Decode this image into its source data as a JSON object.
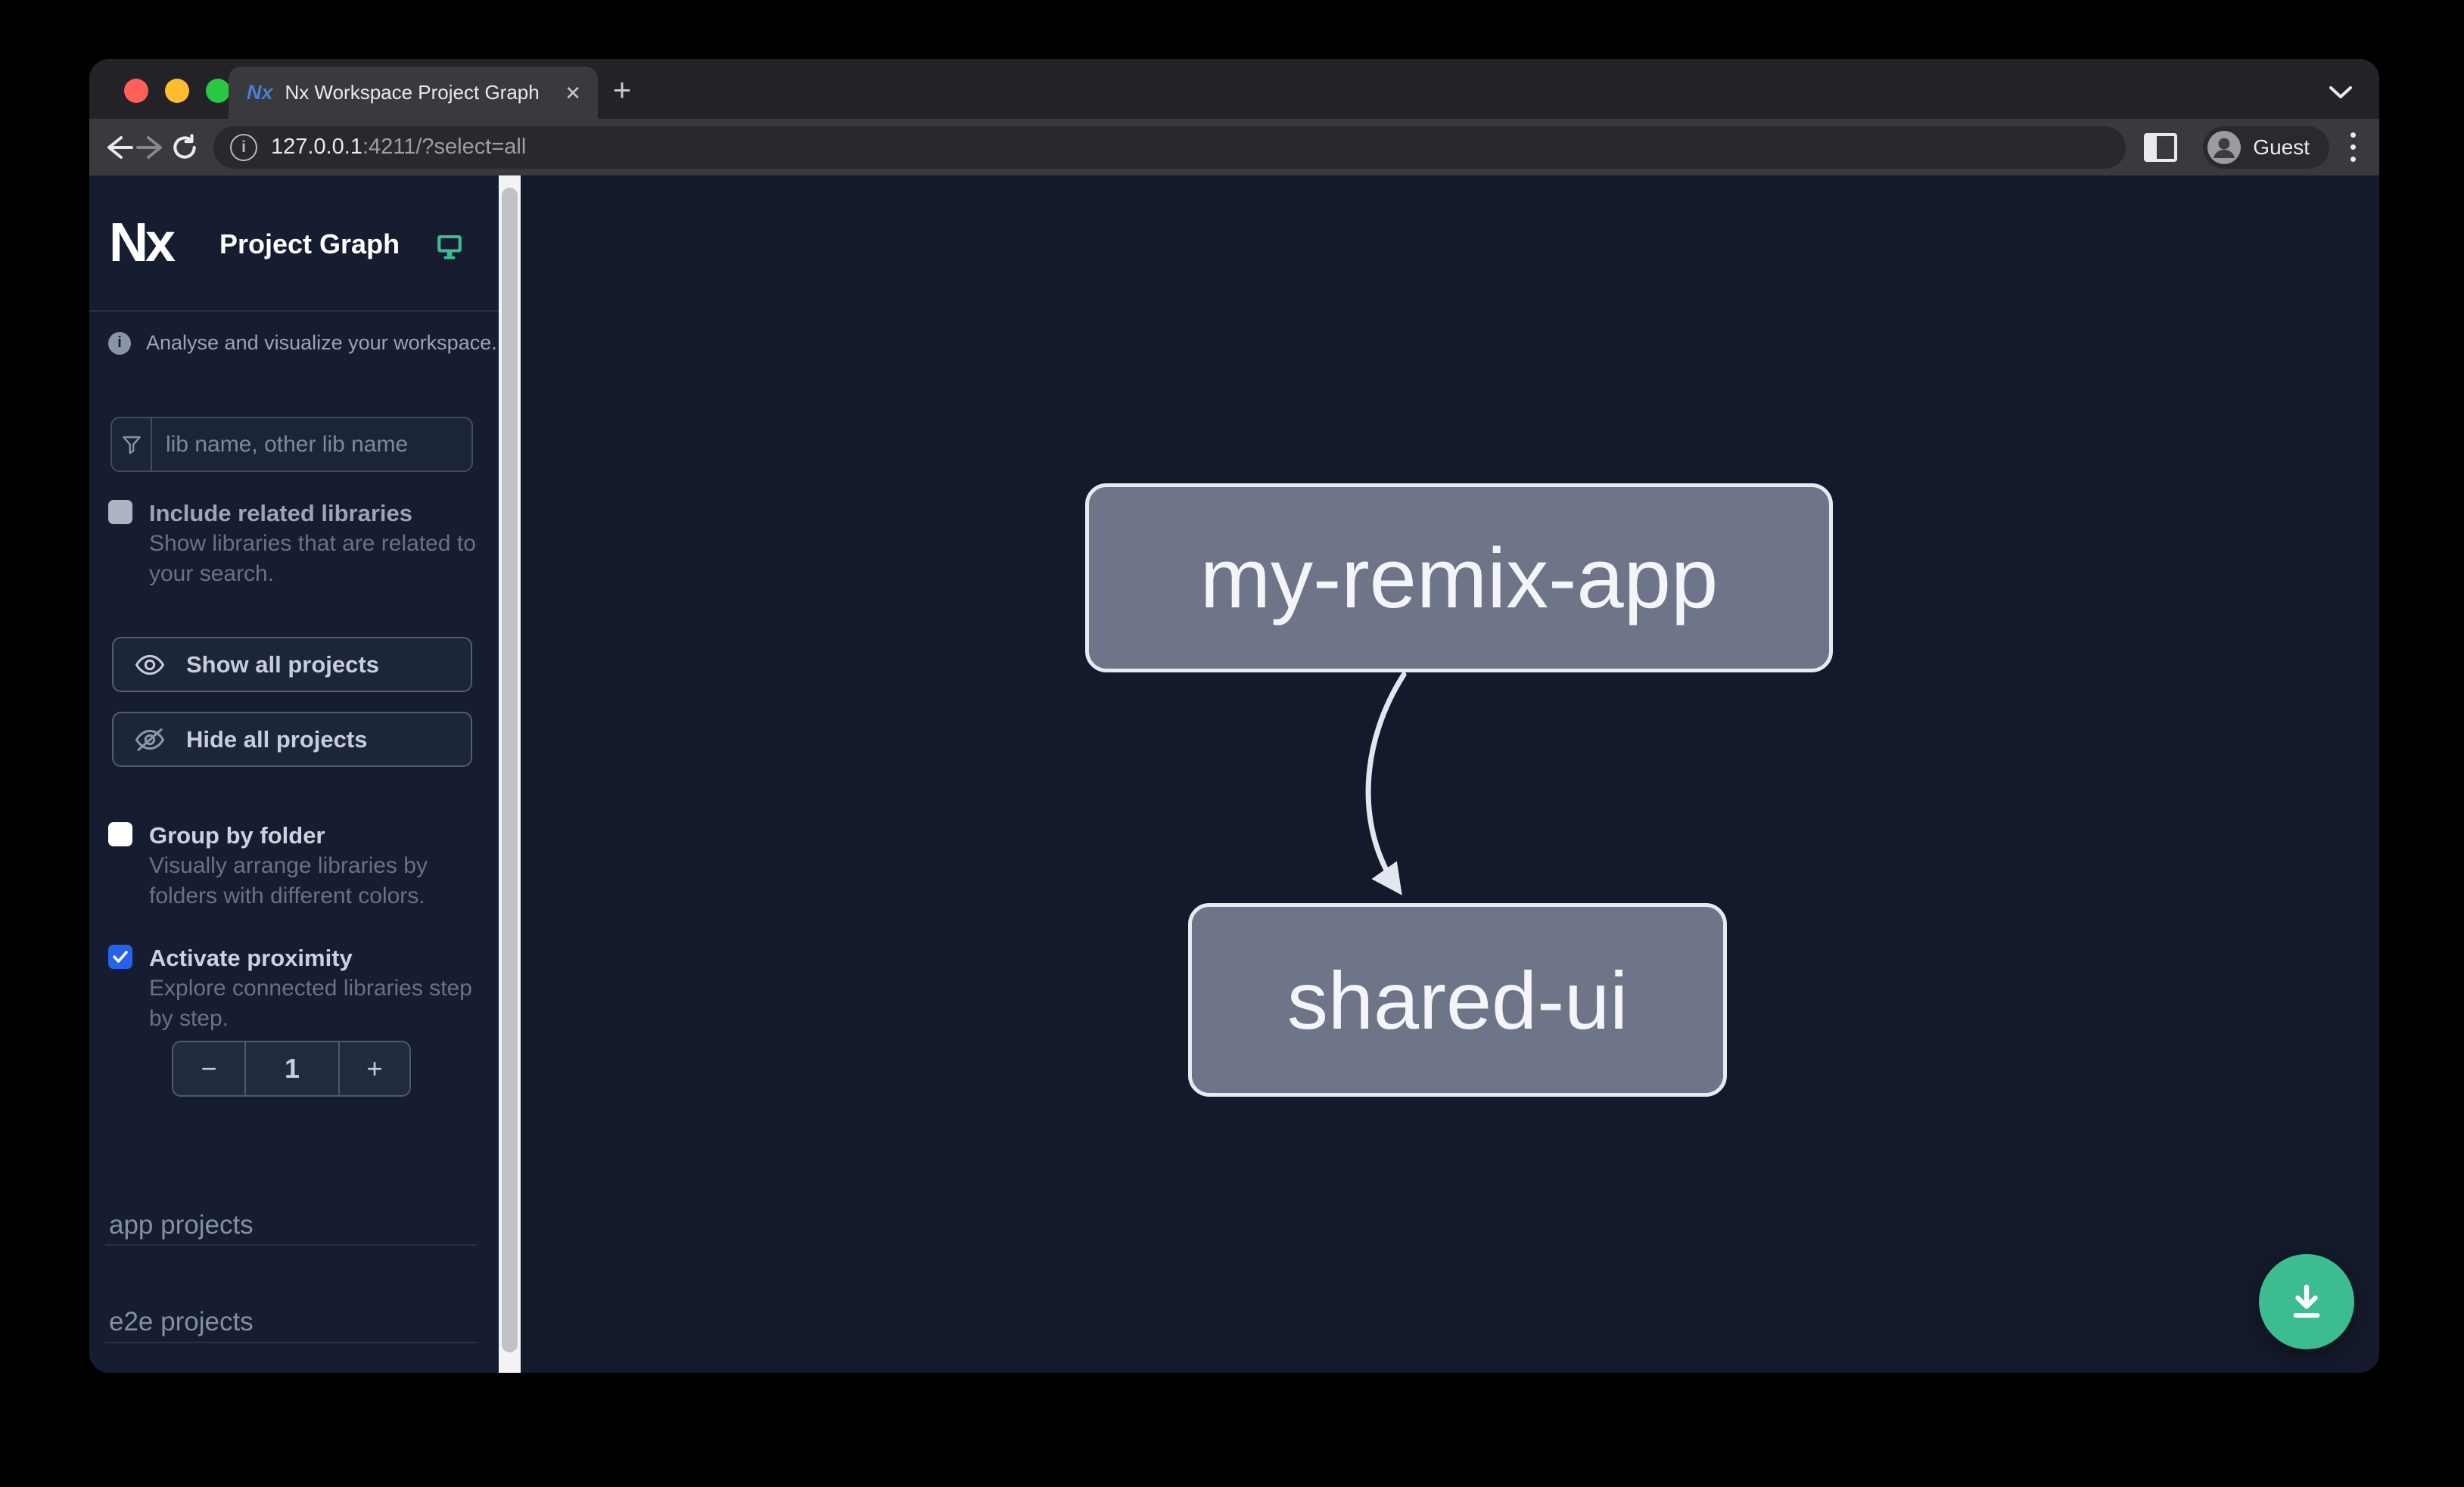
{
  "browser": {
    "tab": {
      "title": "Nx Workspace Project Graph",
      "close_glyph": "✕",
      "new_tab_glyph": "+"
    },
    "address": {
      "url_host": "127.0.0.1",
      "url_rest": ":4211/?select=all"
    },
    "profile": {
      "label": "Guest"
    }
  },
  "sidebar": {
    "logo_text": "Nx",
    "title": "Project Graph",
    "tagline": "Analyse and visualize your workspace.",
    "filter": {
      "placeholder": "lib name, other lib name"
    },
    "options": [
      {
        "label": "Include related libraries",
        "description": "Show libraries that are related to your search.",
        "checked": false,
        "disabled": true
      },
      {
        "label": "Group by folder",
        "description": "Visually arrange libraries by folders with different colors.",
        "checked": false,
        "disabled": false
      },
      {
        "label": "Activate proximity",
        "description": "Explore connected libraries step by step.",
        "checked": true,
        "disabled": false
      }
    ],
    "actions": [
      {
        "label": "Show all projects"
      },
      {
        "label": "Hide all projects"
      }
    ],
    "proximity_stepper": {
      "decrement": "−",
      "value": "1",
      "increment": "+"
    },
    "sections": [
      {
        "label": "app projects"
      },
      {
        "label": "e2e projects"
      }
    ]
  },
  "graph": {
    "nodes": [
      {
        "id": "my-remix-app"
      },
      {
        "id": "shared-ui"
      }
    ],
    "edges": [
      {
        "from": "my-remix-app",
        "to": "shared-ui"
      }
    ]
  },
  "colors": {
    "accent_teal": "#3dbd8f",
    "checkbox_checked_blue": "#2563eb",
    "node_fill": "#6f7588",
    "node_border": "#e6ebf2",
    "canvas_bg": "#141a2b",
    "sidebar_bg": "#161d30",
    "traffic_red": "#ff5f57",
    "traffic_yellow": "#febc2e",
    "traffic_green": "#28c840"
  }
}
